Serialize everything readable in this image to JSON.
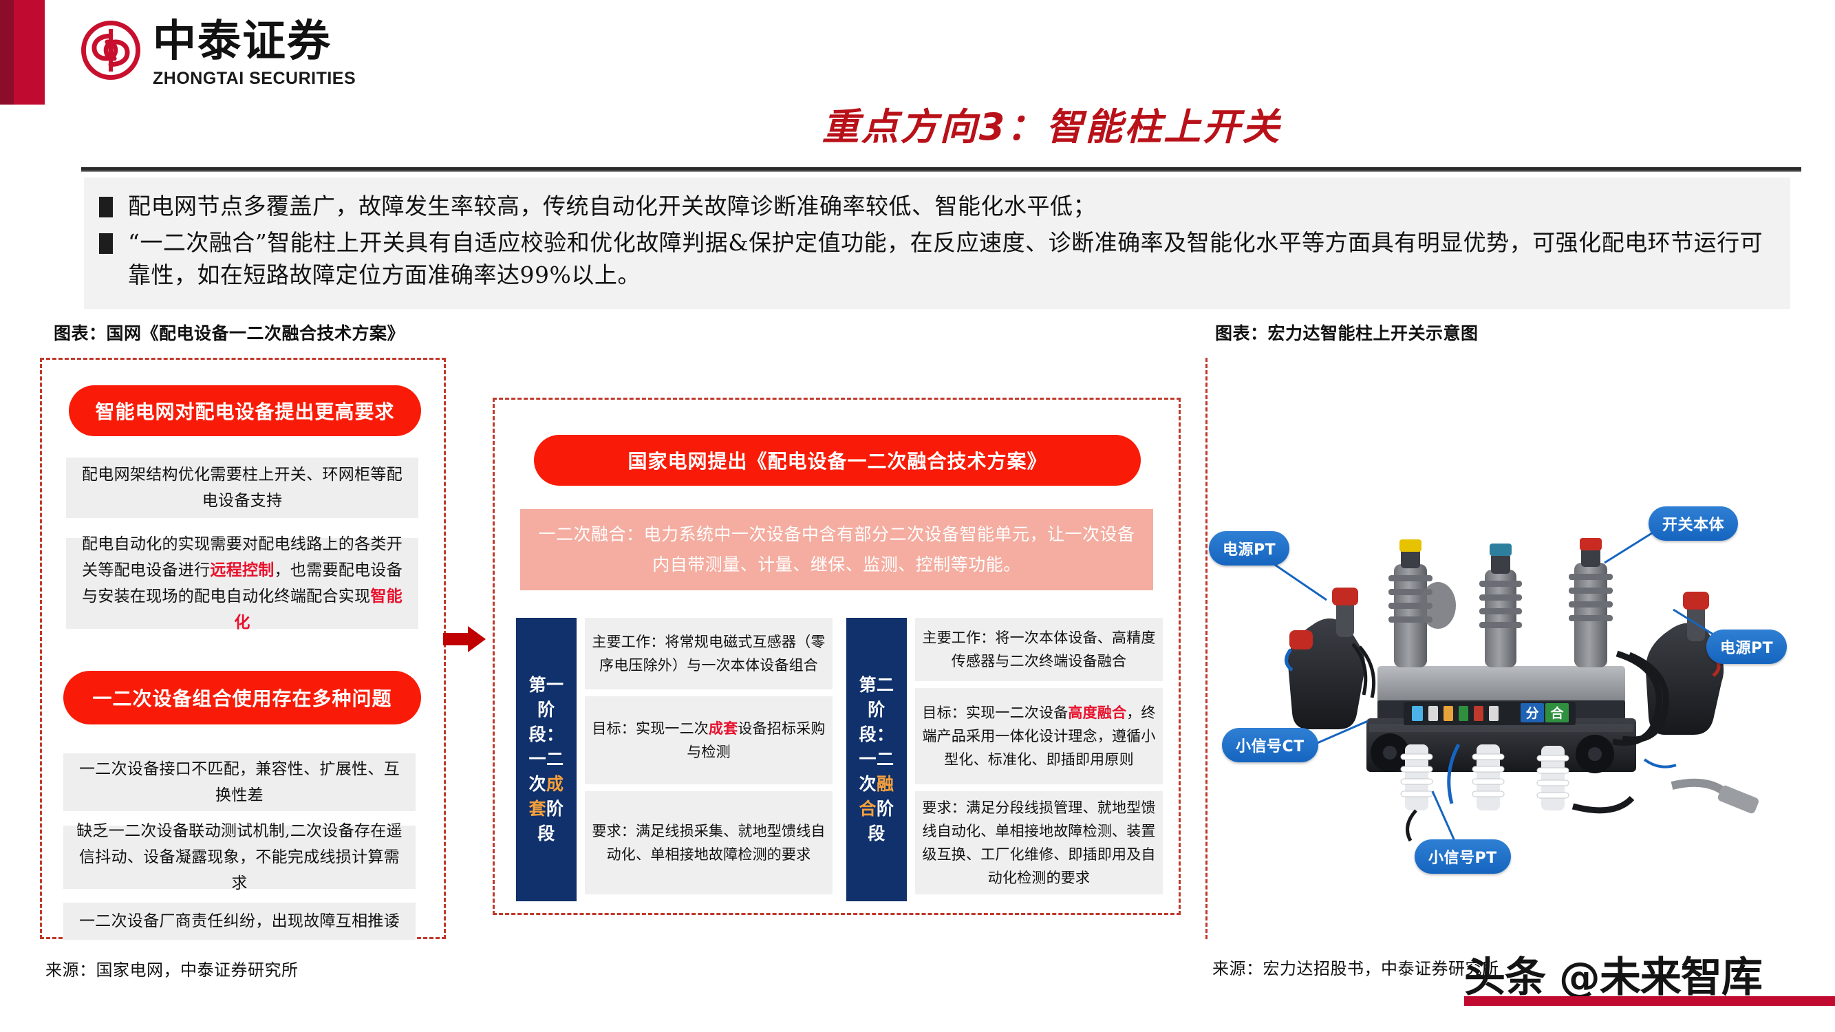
{
  "brand": {
    "logo_cn": "中泰证券",
    "logo_en": "ZHONGTAI SECURITIES",
    "accent_red": "#c00a30",
    "accent_dark": "#8c0d2a"
  },
  "title": "重点方向3：智能柱上开关",
  "bullets": [
    "配电网节点多覆盖广，故障发生率较高，传统自动化开关故障诊断准确率较低、智能化水平低；",
    "“一二次融合”智能柱上开关具有自适应校验和优化故障判据&保护定值功能，在反应速度、诊断准确率及智能化水平等方面具有明显优势，可强化配电环节运行可靠性，如在短路故障定位方面准确率达99%以上。"
  ],
  "captions": {
    "left": "图表：国网《配电设备一二次融合技术方案》",
    "right": "图表：宏力达智能柱上开关示意图"
  },
  "left_panel": {
    "group_1": {
      "pill": "智能电网对配电设备提出更高要求",
      "items": [
        "配电网架结构优化需要柱上开关、环网柜等配电设备支持",
        {
          "parts": [
            {
              "text": "配电自动化的实现需要对配电线路上的各类开关等配电设备进行",
              "color": "normal"
            },
            {
              "text": "远程控制",
              "color": "red"
            },
            {
              "text": "，也需要配电设备与安装在现场的配电自动化终端配合实现",
              "color": "normal"
            },
            {
              "text": "智能化",
              "color": "red"
            }
          ]
        }
      ]
    },
    "group_2": {
      "pill": "一二次设备组合使用存在多种问题",
      "items": [
        "一二次设备接口不匹配，兼容性、扩展性、互换性差",
        "缺乏一二次设备联动测试机制,二次设备存在遥信抖动、设备凝露现象，不能完成线损计算需求",
        "一二次设备厂商责任纠纷，出现故障互相推诿"
      ]
    }
  },
  "center_panel": {
    "pill": "国家电网提出《配电设备一二次融合技术方案》",
    "definition": "一二次融合：电力系统中一次设备中含有部分二次设备智能单元，让一次设备内自带测量、计量、继保、监测、控制等功能。",
    "stages": [
      {
        "label_parts": [
          {
            "text": "第一阶段：一二次",
            "color": "normal"
          },
          {
            "text": "成套",
            "color": "orange"
          },
          {
            "text": "阶段",
            "color": "normal"
          }
        ],
        "cells": [
          {
            "parts": [
              {
                "text": "主要工作：将常规电磁式互感器（零序电压除外）与一次本体设备组合",
                "color": "normal"
              }
            ]
          },
          {
            "parts": [
              {
                "text": "目标：实现一二次",
                "color": "normal"
              },
              {
                "text": "成套",
                "color": "red"
              },
              {
                "text": "设备招标采购与检测",
                "color": "normal"
              }
            ]
          },
          {
            "parts": [
              {
                "text": "要求：满足线损采集、就地型馈线自动化、单相接地故障检测的要求",
                "color": "normal"
              }
            ]
          }
        ]
      },
      {
        "label_parts": [
          {
            "text": "第二阶段：一二次",
            "color": "normal"
          },
          {
            "text": "融合",
            "color": "orange"
          },
          {
            "text": "阶段",
            "color": "normal"
          }
        ],
        "cells": [
          {
            "parts": [
              {
                "text": "主要工作：将一次本体设备、高精度传感器与二次终端设备融合",
                "color": "normal"
              }
            ]
          },
          {
            "parts": [
              {
                "text": "目标：实现一二次设备",
                "color": "normal"
              },
              {
                "text": "高度融合",
                "color": "red"
              },
              {
                "text": "，终端产品采用一体化设计理念，遵循小型化、标准化、即插即用原则",
                "color": "normal"
              }
            ]
          },
          {
            "parts": [
              {
                "text": "要求：满足分段线损管理、就地型馈线自动化、单相接地故障检测、装置级互换、工厂化维修、即插即用及自动化检测的要求",
                "color": "normal"
              }
            ]
          }
        ]
      }
    ]
  },
  "right_panel": {
    "tags": [
      {
        "id": "power-pt-left",
        "label": "电源PT"
      },
      {
        "id": "switch-body",
        "label": "开关本体"
      },
      {
        "id": "power-pt-right",
        "label": "电源PT"
      },
      {
        "id": "small-signal-ct",
        "label": "小信号CT"
      },
      {
        "id": "small-signal-pt",
        "label": "小信号PT"
      }
    ],
    "device_markers": [
      "分",
      "合"
    ]
  },
  "sources": {
    "left": "来源：国家电网，中泰证券研究所",
    "right": "来源：宏力达招股书，中泰证券研究所"
  },
  "watermark": "头条 @未来智库"
}
